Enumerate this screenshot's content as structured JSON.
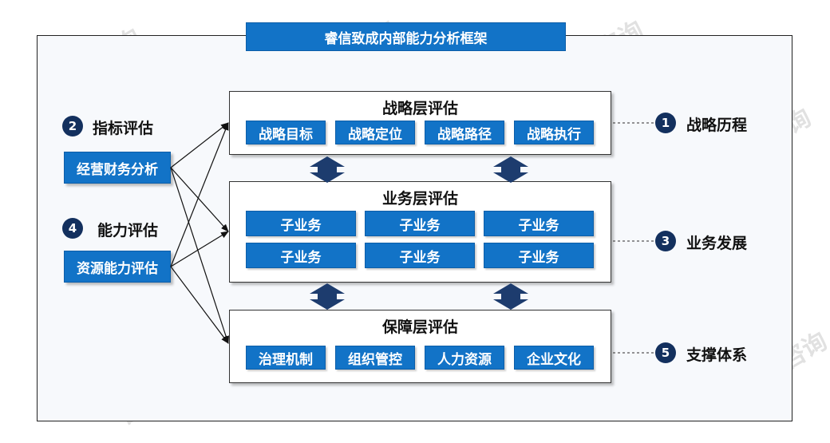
{
  "title": "睿信致成内部能力分析框架",
  "watermark_text": "睿信咨询",
  "layers": {
    "strategy": {
      "title": "战略层评估",
      "items": [
        "战略目标",
        "战略定位",
        "战略路径",
        "战略执行"
      ]
    },
    "business": {
      "title": "业务层评估",
      "items": [
        "子业务",
        "子业务",
        "子业务",
        "子业务",
        "子业务",
        "子业务"
      ]
    },
    "support": {
      "title": "保障层评估",
      "items": [
        "治理机制",
        "组织管控",
        "人力资源",
        "企业文化"
      ]
    }
  },
  "left": {
    "indicator": {
      "num": "2",
      "label": "指标评估",
      "box": "经营财务分析"
    },
    "capability": {
      "num": "4",
      "label": "能力评估",
      "box": "资源能力评估"
    }
  },
  "right": [
    {
      "num": "1",
      "label": "战略历程"
    },
    {
      "num": "3",
      "label": "业务发展"
    },
    {
      "num": "5",
      "label": "支撑体系"
    }
  ],
  "colors": {
    "accent": "#1273c7",
    "badge": "#13305e",
    "arrow": "#1d3c6e"
  }
}
